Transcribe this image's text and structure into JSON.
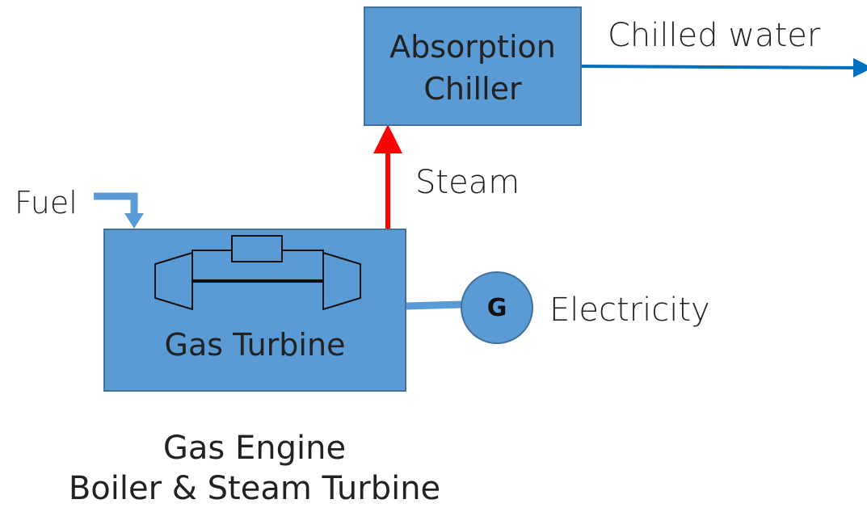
{
  "nodes": {
    "chiller": {
      "line1": "Absorption",
      "line2": "Chiller"
    },
    "turbine": {
      "label": "Gas Turbine"
    },
    "generator": {
      "label": "G"
    }
  },
  "flows": {
    "chilled_water": "Chilled water",
    "steam": "Steam",
    "fuel": "Fuel",
    "electricity": "Electricity"
  },
  "caption": {
    "line1": "Gas Engine",
    "line2": "Boiler & Steam Turbine"
  },
  "colors": {
    "box_fill": "#5b9bd5",
    "box_border": "#41719c",
    "steam_arrow": "#ff0000",
    "chilled_water_arrow": "#0070c0",
    "fuel_arrow": "#5b9bd5"
  }
}
